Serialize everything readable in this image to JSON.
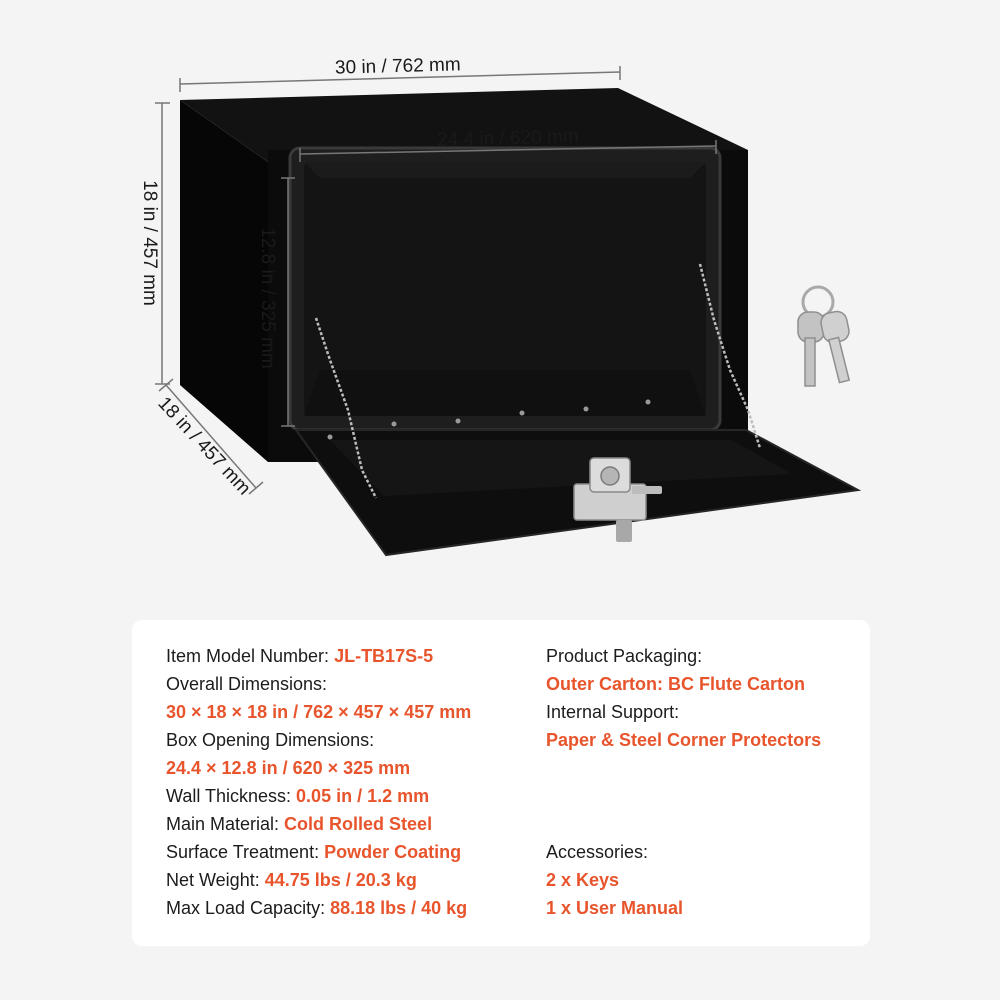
{
  "product_image": {
    "dimensions": {
      "overall_width": "30 in / 762 mm",
      "opening_width": "24.4 in / 620 mm",
      "overall_height": "18 in / 457 mm",
      "opening_height": "12.8 in / 325 mm",
      "depth": "18 in / 457 mm"
    },
    "colors": {
      "box": "#0d0d0d",
      "interior": "#1a1a1a",
      "steel": "#c9c9c9"
    }
  },
  "specs": {
    "accent_color": "#e8552d",
    "model_label": "Item Model Number: ",
    "model_value": "JL-TB17S-5",
    "overall_dim_label": "Overall Dimensions:",
    "overall_dim_value": "30 × 18 × 18 in / 762 × 457 × 457 mm",
    "opening_dim_label": "Box Opening Dimensions:",
    "opening_dim_value": "24.4 × 12.8 in / 620 × 325 mm",
    "wall_label": "Wall Thickness: ",
    "wall_value": "0.05 in / 1.2 mm",
    "material_label": "Main Material: ",
    "material_value": "Cold Rolled Steel",
    "surface_label": "Surface Treatment: ",
    "surface_value": "Powder Coating",
    "weight_label": "Net Weight: ",
    "weight_value": "44.75 lbs / 20.3 kg",
    "load_label": "Max Load Capacity: ",
    "load_value": "88.18 lbs / 40 kg",
    "packaging_label": "Product Packaging:",
    "packaging_value": "Outer Carton: BC Flute Carton",
    "support_label": "Internal Support:",
    "support_value": "Paper & Steel Corner Protectors",
    "accessories_label": "Accessories:",
    "accessory_1": "2 x Keys",
    "accessory_2": "1 x User Manual"
  }
}
